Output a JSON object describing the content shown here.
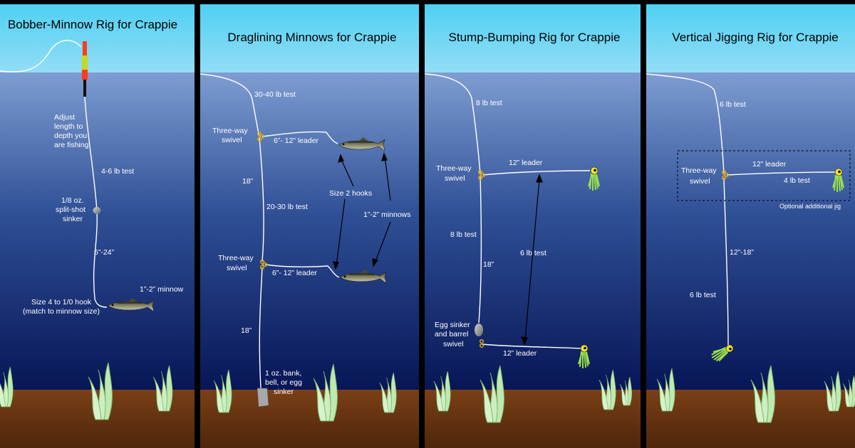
{
  "colors": {
    "sky_top": "#5ad3f3",
    "sky_bottom": "#8ddcf7",
    "water_top": "#7a99d0",
    "water_bottom": "#0a1a5a",
    "bottom_mud": "#6b3612",
    "separator": "#000000",
    "line": "#ffffff",
    "swivel": "#d9a516",
    "jig_head": "#f2e81a",
    "jig_tail": "#9be04a",
    "weed": "#bfe9b0"
  },
  "panels": [
    {
      "title": "Bobber-Minnow Rig for Crappie",
      "labels": {
        "adjust_1": "Adjust",
        "adjust_2": "length to",
        "adjust_3": "depth you",
        "adjust_4": "are fishing",
        "line_test": "4-6 lb test",
        "sinker_1": "1/8 oz.",
        "sinker_2": "split-shot",
        "sinker_3": "sinker",
        "gap": "6”-24”",
        "minnow": "1”-2” minnow",
        "hook_1": "Size 4 to 1/0 hook",
        "hook_2": "(match to minnow size)"
      }
    },
    {
      "title": "Draglining Minnows for Crappie",
      "labels": {
        "main_test": "30-40 lb test",
        "swivel_top_1": "Three-way",
        "swivel_top_2": "swivel",
        "leader_top": "6”- 12” leader",
        "gap_18_a": "18”",
        "mid_test": "20-30 lb test",
        "hooks": "Size 2 hooks",
        "minnows": "1”-2” minnows",
        "swivel_bot_1": "Three-way",
        "swivel_bot_2": "swivel",
        "leader_bot": "6”- 12” leader",
        "gap_18_b": "18”",
        "sinker_1": "1 oz. bank,",
        "sinker_2": "bell, or egg",
        "sinker_3": "sinker"
      }
    },
    {
      "title": "Stump-Bumping Rig for Crappie",
      "labels": {
        "main_test": "8 lb test",
        "swivel_1": "Three-way",
        "swivel_2": "swivel",
        "leader_top": "12” leader",
        "drop_test": "8 lb test",
        "leader_test": "6 lb test",
        "gap_18": "18”",
        "egg_1": "Egg sinker",
        "egg_2": "and barrel",
        "egg_3": "swivel",
        "leader_bot": "12”  leader"
      }
    },
    {
      "title": "Vertical Jigging Rig for Crappie",
      "labels": {
        "main_test": "6 lb test",
        "swivel_1": "Three-way",
        "swivel_2": "swivel",
        "leader": "12” leader",
        "leader_test": "4 lb test",
        "optional": "Optional additional jig",
        "gap": "12”-18”",
        "drop_test": "6 lb test"
      }
    }
  ]
}
